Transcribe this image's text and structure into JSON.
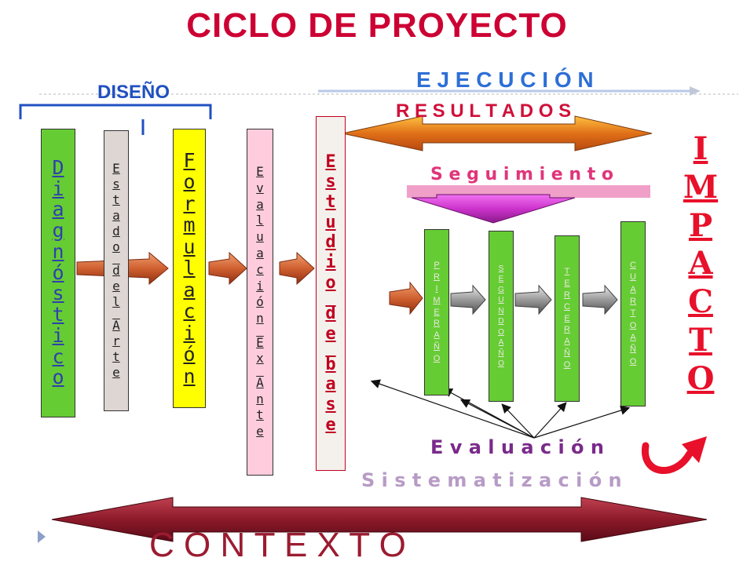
{
  "title": "CICLO DE PROYECTO",
  "labels": {
    "ejecucion": "E J E C U C I Ó N",
    "diseno": "DISEÑO",
    "resultados": "R E S U L T A D O S",
    "seguimiento": "S e g u i m i e n t o",
    "evaluacion": "E v a l u a c i ó n",
    "sistematizacion": "S i s t e m a t i z a c i ó n",
    "contexto": "C O N T E X T O"
  },
  "stages": {
    "diagnostico": "Diagnóstico",
    "estado_del_arte": "Estado del Arte",
    "formulacion": "Formulación",
    "evaluacion_ex_ante": "Evaluación Ex Ante",
    "estudio_de_base": "Estudio de base"
  },
  "years": {
    "primer": "PRIMERAÑO",
    "segundo": "SEGUNDOAÑO",
    "tercer": "TERCERAÑO",
    "cuarto": "CUARTOAÑO"
  },
  "impacto": "IMPACTO",
  "colors": {
    "title": "#cc0033",
    "ejecucion": "#2e6fd6",
    "resultados": "#d0103a",
    "seguimiento": "#e0357a",
    "evaluacion": "#7a2a8a",
    "sistematizacion": "#b79bc6",
    "contexto": "#9b1b30",
    "green_box": "#66cc33",
    "gray_box": "#ddd6d2",
    "yellow_box": "#ffff00",
    "pink_box": "#ffccdd",
    "pale_box": "#f4f1ec",
    "impacto": "#e8102a"
  }
}
